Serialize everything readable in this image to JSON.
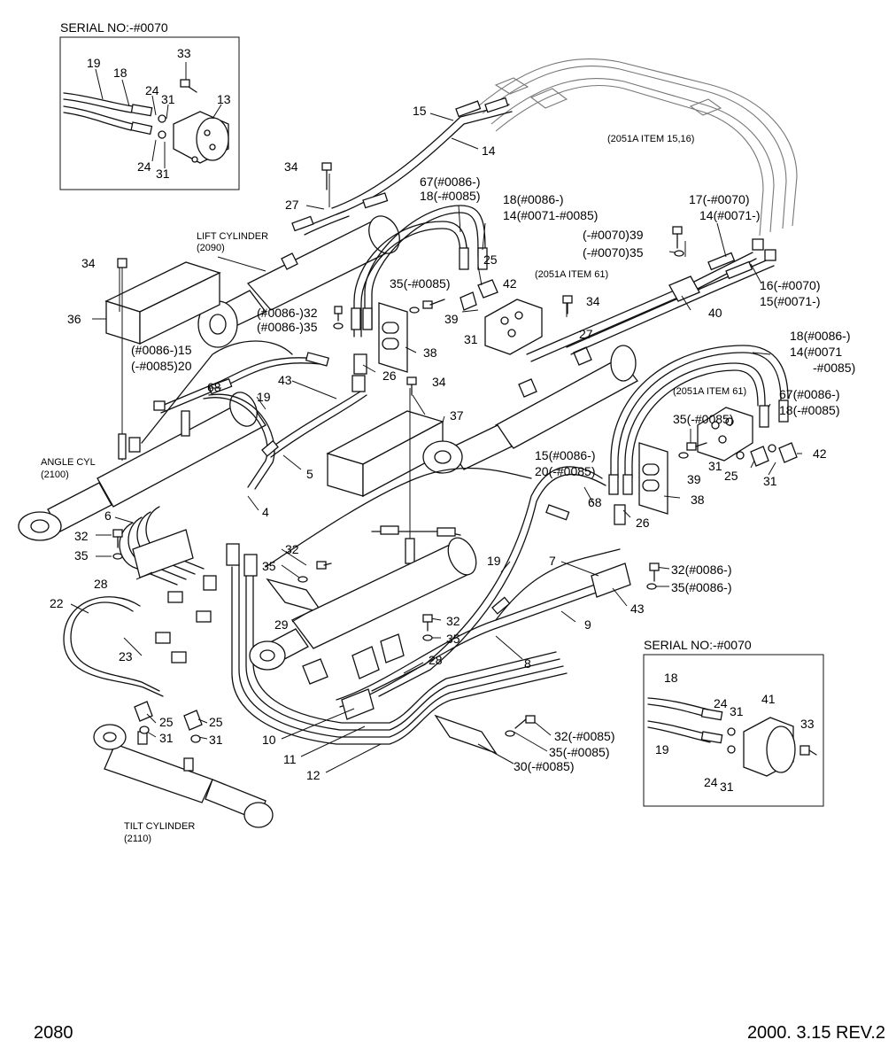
{
  "page_number": "2080",
  "revision": "2000. 3.15 REV.2",
  "insets": {
    "top_left": {
      "title": "SERIAL NO:-#0070",
      "labels": [
        "33",
        "19",
        "18",
        "24",
        "31",
        "13",
        "24",
        "31"
      ]
    },
    "bottom_right": {
      "title": "SERIAL NO:-#0070",
      "labels": [
        "18",
        "24",
        "31",
        "41",
        "33",
        "19",
        "24",
        "31"
      ]
    }
  },
  "component_labels": {
    "lift_cylinder": "LIFT CYLINDER",
    "lift_cylinder_ref": "(2090)",
    "angle_cyl": "ANGLE CYL",
    "angle_cyl_ref": "(2100)",
    "tilt_cylinder": "TILT CYLINDER",
    "tilt_cylinder_ref": "(2110)",
    "ref_item_15_16": "(2051A ITEM 15,16)",
    "ref_item_61_a": "(2051A ITEM 61)",
    "ref_item_61_b": "(2051A ITEM 61)"
  },
  "callouts": [
    "15",
    "14",
    "34",
    "27",
    "67(#0086-)",
    "18(-#0085)",
    "18(#0086-)",
    "14(#0071-#0085)",
    "17(-#0070)",
    "14(#0071-)",
    "(-#0070)39",
    "(-#0070)35",
    "16(-#0070)",
    "15(#0071-)",
    "34",
    "36",
    "25",
    "42",
    "35(-#0085)",
    "39",
    "(#0086-)32",
    "(#0086-)35",
    "31",
    "40",
    "34",
    "27",
    "(#0086-)15",
    "(-#0085)20",
    "38",
    "68",
    "43",
    "26",
    "34",
    "19",
    "37",
    "18(#0086-)",
    "14(#0071",
    "-#0085)",
    "67(#0086-)",
    "18(-#0085)",
    "5",
    "35(-#0085)",
    "42",
    "31",
    "25",
    "31",
    "39",
    "15(#0086-)",
    "20(-#0085)",
    "4",
    "68",
    "26",
    "38",
    "6",
    "32",
    "35",
    "28",
    "32",
    "35",
    "19",
    "7",
    "32(#0086-)",
    "35(#0086-)",
    "22",
    "29",
    "43",
    "32",
    "35",
    "9",
    "23",
    "28",
    "8",
    "25",
    "31",
    "25",
    "31",
    "32(-#0085)",
    "35(-#0085)",
    "30(-#0085)",
    "10",
    "11",
    "12"
  ]
}
